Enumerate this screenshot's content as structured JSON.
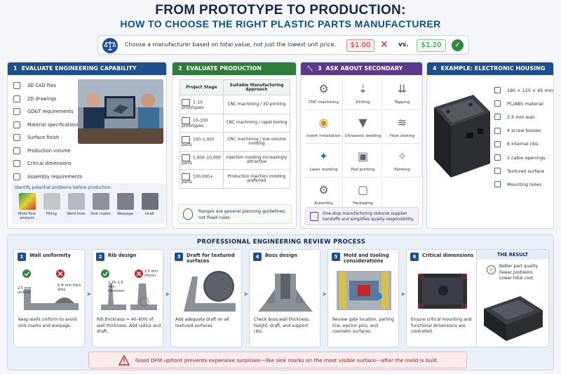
{
  "header": {
    "title": "FROM PROTOTYPE TO PRODUCTION:",
    "subtitle": "HOW TO CHOOSE THE RIGHT PLASTIC PARTS MANUFACTURER"
  },
  "banner": {
    "text": "Choose a manufacturer based on total value, not just the lowest unit price.",
    "price_low": "$1.00",
    "vs": "vs.",
    "price_high": "$1.20"
  },
  "panel1": {
    "num": "1",
    "title": "EVALUATE ENGINEERING CAPABILITY",
    "items": [
      "3D CAD files",
      "2D drawings",
      "GD&T requirements",
      "Material specifications",
      "Surface finish",
      "Production volume",
      "Critical dimensions",
      "Assembly requirements"
    ],
    "identify_title": "Identify potential problems before production.",
    "thumbs": [
      "Mold-flow analysis",
      "Filling",
      "Weld lines",
      "Sink marks",
      "Warpage",
      "Draft"
    ]
  },
  "panel2": {
    "num": "2",
    "title": "EVALUATE PRODUCTION CAPABILITY",
    "col_stage": "Project Stage",
    "col_approach": "Suitable Manufacturing Approach",
    "rows": [
      {
        "stage": "1–10 prototypes",
        "approach": "CNC machining / 3D printing"
      },
      {
        "stage": "10–100 prototypes",
        "approach": "CNC machining / rapid tooling"
      },
      {
        "stage": "100–1,000 parts",
        "approach": "CNC machining / low-volume molding"
      },
      {
        "stage": "1,000–10,000 parts",
        "approach": "Injection molding increasingly attractive"
      },
      {
        "stage": "100,000+ parts",
        "approach": "Production injection molding preferred"
      }
    ],
    "note": "Ranges are general planning guidelines, not fixed rules."
  },
  "panel3": {
    "num": "3",
    "title": "ASK ABOUT SECONDARY OPERATIONS",
    "ops": [
      "CNC machining",
      "Drilling",
      "Tapping",
      "Insert installation",
      "Ultrasonic welding",
      "Heat staking",
      "Laser marking",
      "Pad printing",
      "Painting",
      "Assembly",
      "Packaging"
    ],
    "note": "One-stop manufacturing reduces supplier handoffs and simplifies quality responsibility."
  },
  "panel4": {
    "num": "4",
    "title": "EXAMPLE: ELECTRONIC HOUSING",
    "specs": [
      "180 × 120 × 45 mm",
      "PC/ABS material",
      "2.5 mm wall",
      "4 screw bosses",
      "6 internal ribs",
      "2 cable openings",
      "Textured surface",
      "Mounting holes"
    ]
  },
  "review": {
    "title": "PROFESSIONAL ENGINEERING REVIEW PROCESS",
    "steps": [
      {
        "num": "1",
        "title": "Wall uniformity",
        "desc": "Keep walls uniform to avoid sink marks and warpage.",
        "label_a": "2.5 mm uniform",
        "label_b": "5–6 mm thick area"
      },
      {
        "num": "2",
        "title": "Rib design",
        "desc": "Rib thickness ≈ 40–60% of wall thickness. Add radius and draft.",
        "label_a": "1.25–1.5 mm thickness",
        "label_b": "2.5 mm (thick)"
      },
      {
        "num": "3",
        "title": "Draft for textured surfaces",
        "desc": "Add adequate draft on all textured surfaces."
      },
      {
        "num": "4",
        "title": "Boss design",
        "desc": "Check boss wall thickness, height, draft, and support ribs."
      },
      {
        "num": "5",
        "title": "Mold and tooling considerations",
        "desc": "Review gate location, parting line, ejector pins, and cosmetic surfaces."
      },
      {
        "num": "6",
        "title": "Critical dimensions",
        "desc": "Ensure critical mounting and functional dimensions are controlled."
      }
    ],
    "result_title": "THE RESULT",
    "result_lines": [
      "Better part quality",
      "Fewer problems",
      "Lower total cost"
    ],
    "warning": "Good DFM upfront prevents expensive surprises—like sink marks on the most visible surface—after the mold is built."
  },
  "colors": {
    "navy": "#13294b",
    "blue": "#1f4e8c",
    "green": "#2f7d3a",
    "purple": "#5b3a8a",
    "red": "#c0282d"
  }
}
